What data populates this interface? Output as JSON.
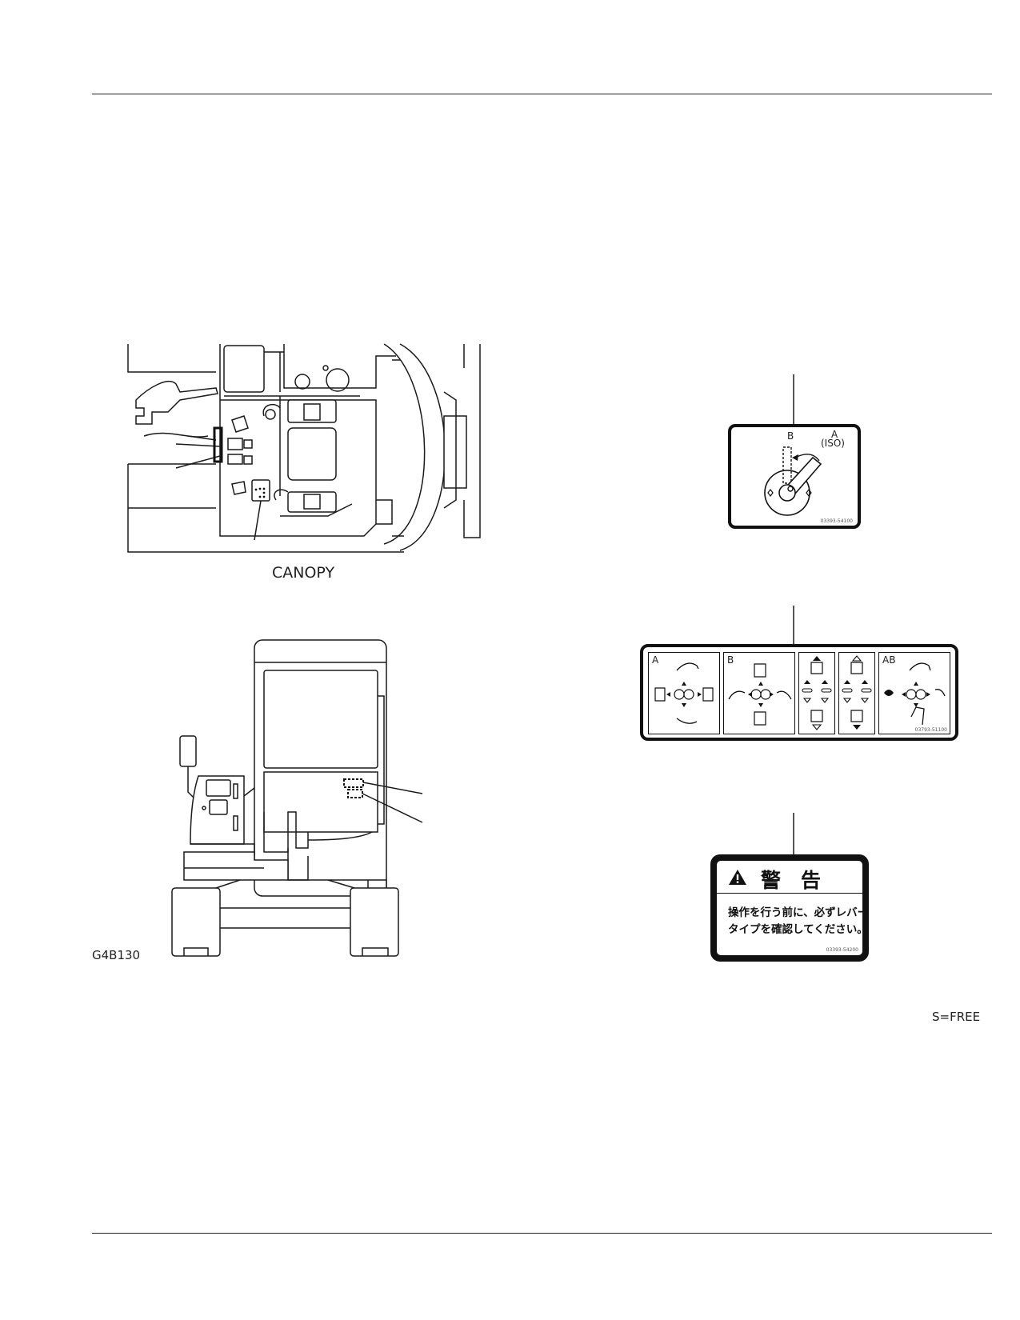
{
  "figure": {
    "canopy_caption": "CANOPY",
    "figure_code": "G4B130",
    "scale_note": "S=FREE"
  },
  "decals": {
    "pattern_select": {
      "label_b": "B",
      "label_a": "A",
      "label_iso": "(ISO)",
      "part_no": "03393-54100"
    },
    "pattern_chart": {
      "panel_a": "A",
      "panel_b": "B",
      "panel_ab": "AB",
      "part_no": "03793-51100"
    },
    "warning": {
      "title": "警　告",
      "line1": "操作を行う前に、必ずレバー",
      "line2": "タイプを確認してください。",
      "part_no": "03393-54200"
    }
  }
}
